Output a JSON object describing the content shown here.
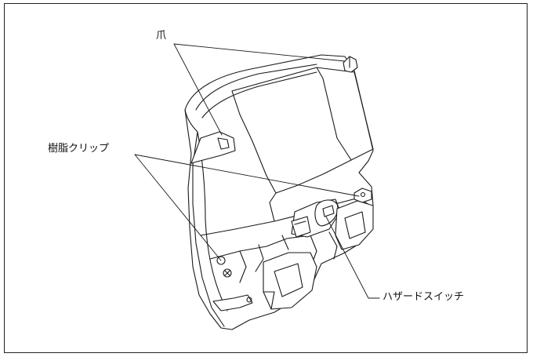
{
  "labels": {
    "claw": "爪",
    "resin_clip": "樹脂クリップ",
    "hazard_switch": "ハザードスイッチ"
  },
  "colors": {
    "line": "#1a1a1a",
    "fill": "#ffffff"
  }
}
